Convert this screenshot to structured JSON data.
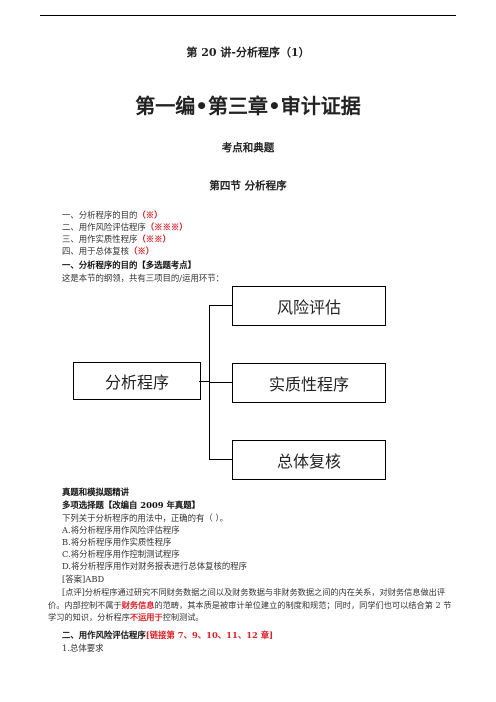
{
  "header": {
    "lecture_title": "第 20 讲-分析程序（1）",
    "chapter_title": "第一编•第三章•审计证据",
    "subtitle": "考点和典题",
    "section_title": "第四节   分析程序"
  },
  "toc": [
    {
      "text": "一、分析程序的目的",
      "stars": "（※）"
    },
    {
      "text": "二、用作风险评估程序",
      "stars": "（※※※）"
    },
    {
      "text": "三、用作实质性程序",
      "stars": "（※※）"
    },
    {
      "text": "四、用于总体复核",
      "stars": "（※）"
    }
  ],
  "section1": {
    "heading": "一、分析程序的目的【多选题考点】",
    "intro": "这是本节的纲领，共有三项目的/运用环节："
  },
  "diagram": {
    "root": "分析程序",
    "children": [
      "风险评估",
      "实质性程序",
      "总体复核"
    ]
  },
  "exercise": {
    "heading": "真题和模拟题精讲",
    "type_label": "多项选择题【改编自 2009 年真题】",
    "question": "下列关于分析程序的用法中，正确的有（    ）。",
    "options": [
      "A.将分析程序用作风险评估程序",
      "B.将分析程序用作实质性程序",
      "C.将分析程序用作控制测试程序",
      "D.将分析程序用作对财务报表进行总体复核的程序"
    ],
    "answer": "[答案]ABD",
    "comment_part1": "[点评]分析程序通过研究不同财务数据之间以及财务数据与非财务数据之间的内在关系，对财务信息做出评价。内部控制不属于",
    "comment_red1": "财务信息",
    "comment_part2": "的范畴，其本质是被审计单位建立的制度和规范；同时，同学们也可以结合第 2 节学习的知识，分析程序",
    "comment_red2": "不运用于",
    "comment_part3": "控制测试。"
  },
  "section2": {
    "heading_text": "二、用作风险评估程序",
    "heading_red": "[链接第 7、9、10、11、12 章]",
    "item1": "1.总体要求"
  }
}
